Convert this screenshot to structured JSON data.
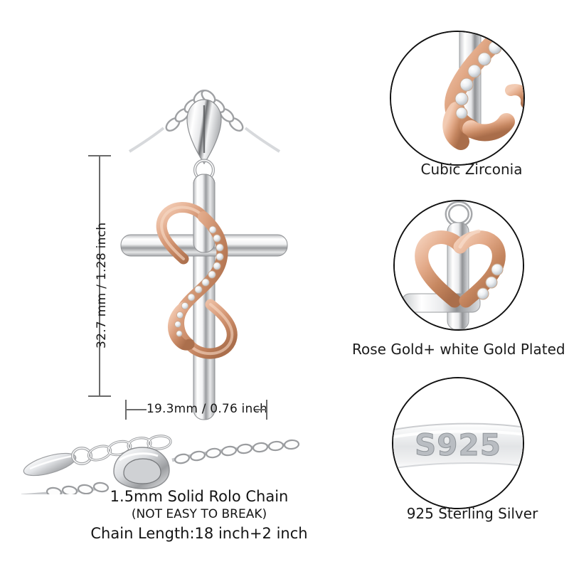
{
  "product": {
    "dimensions": {
      "height_label": "32.7 mm / 1.28 inch",
      "width_label": "19.3mm / 0.76 inch"
    },
    "chain": {
      "line1": "1.5mm Solid Rolo Chain",
      "line2": "(NOT EASY TO BREAK)",
      "line3": "Chain Length:18 inch+2 inch"
    },
    "details": [
      {
        "caption": "Cubic Zirconia"
      },
      {
        "caption": "Rose Gold+ white Gold Plated"
      },
      {
        "caption": "925 Sterling Silver",
        "stamp": "S925"
      }
    ],
    "colors": {
      "rose_gold_light": "#e9b89c",
      "rose_gold_mid": "#d79a78",
      "rose_gold_dark": "#b2744f",
      "silver_light": "#ffffff",
      "silver_mid": "#d9dadc",
      "silver_dark": "#8e9093",
      "outline": "#111111",
      "dimension_line": "#6a6a6a",
      "text": "#171717"
    }
  }
}
